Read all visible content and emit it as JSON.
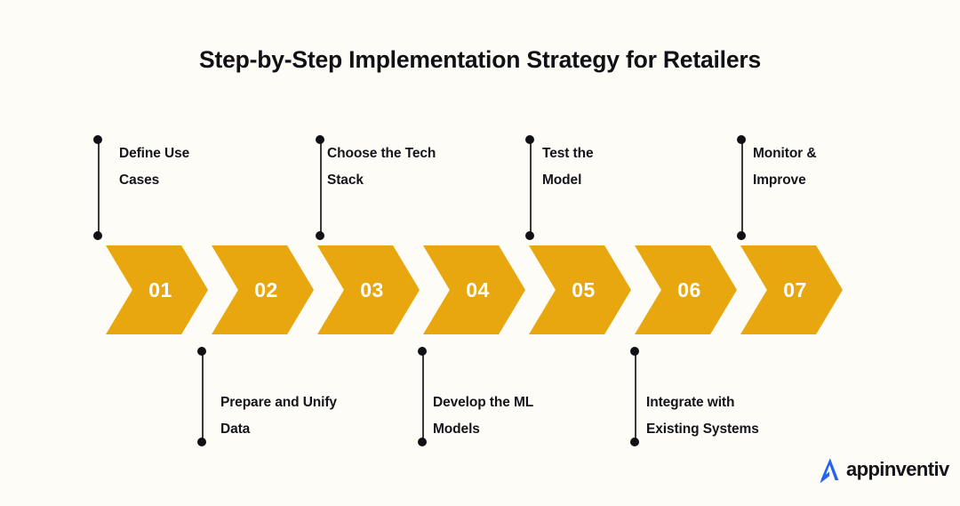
{
  "page": {
    "background_color": "#FDFCF6",
    "title": "Step-by-Step Implementation Strategy for Retailers"
  },
  "theme": {
    "chevron_color": "#E8A70E",
    "chevron_number_color": "#FFFFFF",
    "text_color": "#15141A",
    "connector_color": "#111014",
    "logo_mark_color": "#2563EB"
  },
  "steps": [
    {
      "number": "01",
      "label": "Define Use\nCases",
      "position": "top"
    },
    {
      "number": "02",
      "label": "Prepare and Unify\nData",
      "position": "bottom"
    },
    {
      "number": "03",
      "label": "Choose the Tech\nStack",
      "position": "top"
    },
    {
      "number": "04",
      "label": "Develop the ML\nModels",
      "position": "bottom"
    },
    {
      "number": "05",
      "label": "Test the\nModel",
      "position": "top"
    },
    {
      "number": "06",
      "label": "Integrate with\nExisting Systems",
      "position": "bottom"
    },
    {
      "number": "07",
      "label": "Monitor &\nImprove",
      "position": "top"
    }
  ],
  "branding": {
    "name": "appinventiv",
    "mark": "a-arrow-logo"
  }
}
